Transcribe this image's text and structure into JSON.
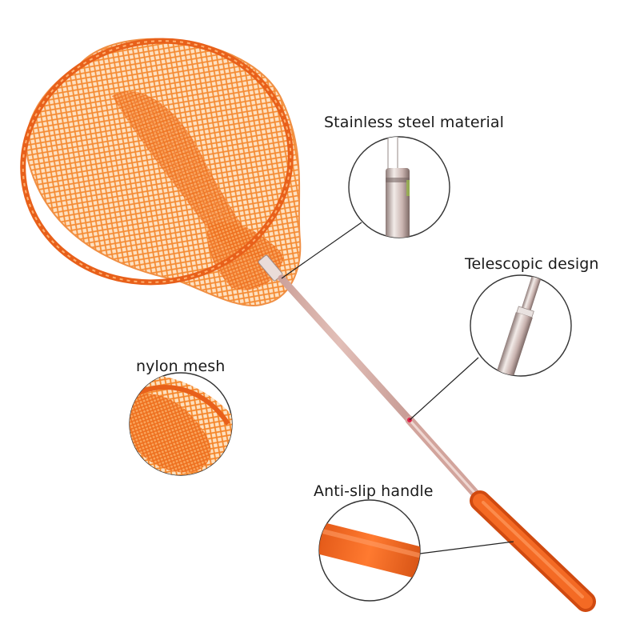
{
  "labels": {
    "steel": "Stainless steel material",
    "telescopic": "Telescopic design",
    "nylon": "nylon mesh",
    "handle": "Anti-slip handle"
  },
  "colors": {
    "mesh_orange": "#f5862a",
    "rim_orange": "#e8601a",
    "handle_orange": "#f0621c",
    "steel": "#d9b0a8",
    "background": "#ffffff",
    "callout_line": "#222222"
  }
}
